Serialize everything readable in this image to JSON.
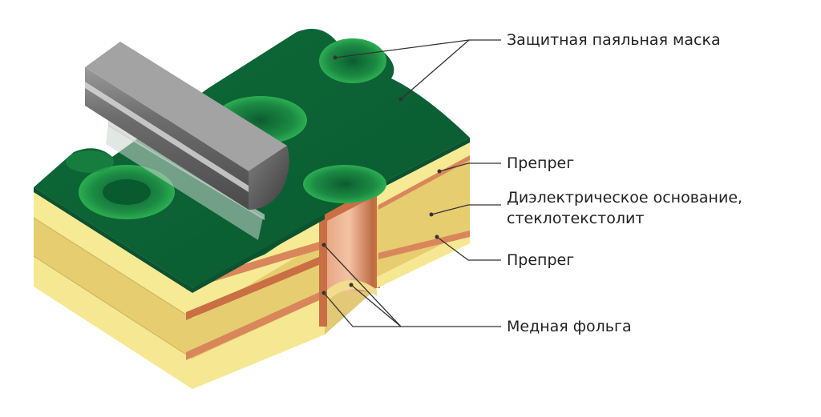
{
  "labels": {
    "solder_mask": "Защитная паяльная маска",
    "prepreg_top": "Препрег",
    "dielectric_line1": "Диэлектрическое основание,",
    "dielectric_line2": "стеклотекстолит",
    "prepreg_bottom": "Препрег",
    "copper_foil": "Медная фольга"
  },
  "colors": {
    "mask": "#0f6a3a",
    "mask_light": "#2aa04c",
    "prepreg": "#f6e892",
    "dielectric": "#e6cf72",
    "copper": "#d9865a",
    "leader": "#333333"
  }
}
